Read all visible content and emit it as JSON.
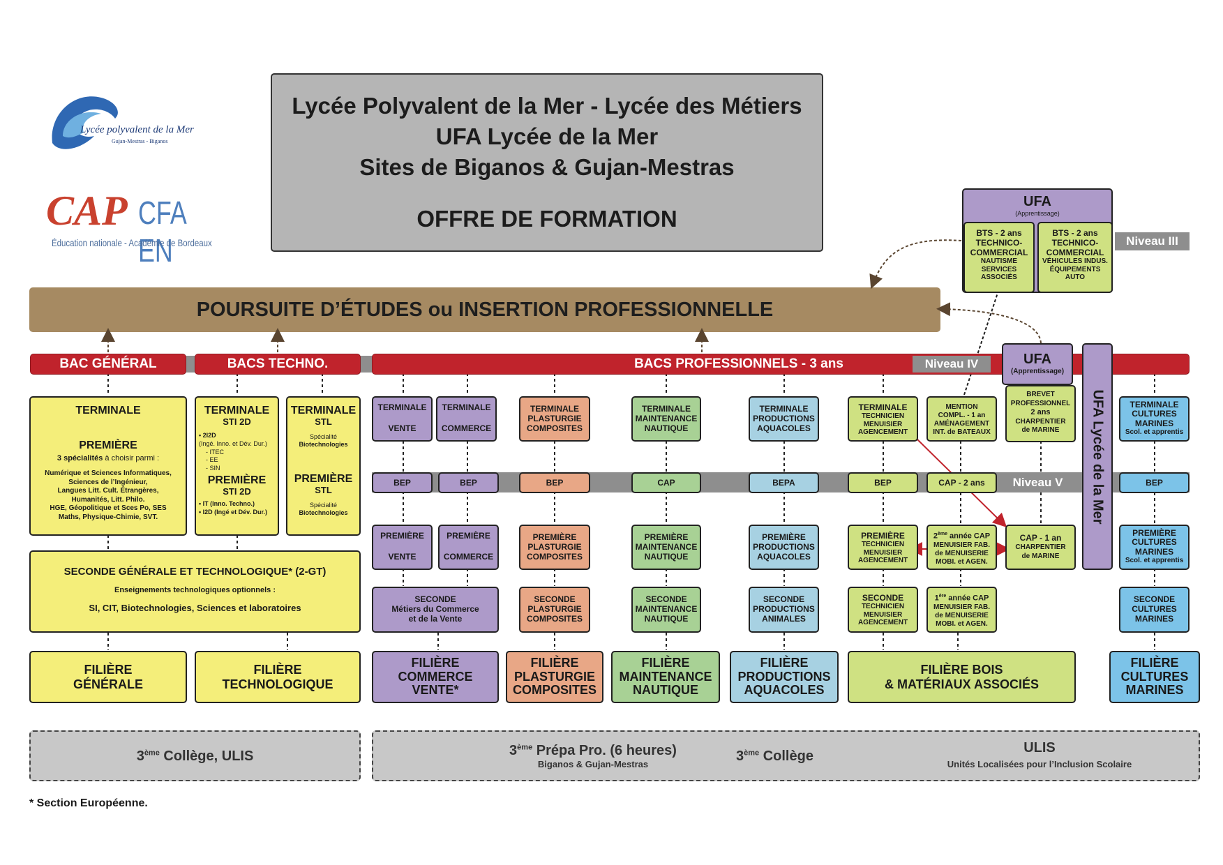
{
  "header": {
    "line1": "Lycée Polyvalent de la Mer - Lycée des Métiers",
    "line2": "UFA Lycée de la Mer",
    "line3": "Sites de Biganos & Gujan-Mestras",
    "line4": "OFFRE DE FORMATION"
  },
  "logo1": {
    "name": "Lycée polyvalent de la Mer",
    "sub": "Gujan-Mestras  -  Biganos"
  },
  "logo2": {
    "cap": "CAP",
    "cfa": "CFA EN",
    "sub": "Éducation nationale - Académie de Bordeaux"
  },
  "banner": "POURSUITE D’ÉTUDES ou INSERTION PROFESSIONNELLE",
  "bars": {
    "general": "BAC GÉNÉRAL",
    "techno": "BACS TECHNO.",
    "pro": "BACS PROFESSIONNELS - 3 ans",
    "niveau4": "Niveau IV",
    "niveau5": "Niveau V",
    "niveau3": "Niveau III"
  },
  "ufa_top": {
    "title": "UFA",
    "sub": "(Apprentissage)",
    "bts1": {
      "l1": "BTS - 2 ans",
      "l2": "TECHNICO-",
      "l3": "COMMERCIAL",
      "l4": "NAUTISME",
      "l5": "SERVICES",
      "l6": "ASSOCIÉS"
    },
    "bts2": {
      "l1": "BTS - 2 ans",
      "l2": "TECHNICO-",
      "l3": "COMMERCIAL",
      "l4": "VÉHICULES INDUS.",
      "l5": "ÉQUIPEMENTS",
      "l6": "AUTO"
    }
  },
  "ufa_small": {
    "title": "UFA",
    "sub": "(Apprentissage)"
  },
  "ufa_vertical": "UFA Lycée de la Mer",
  "general": {
    "terminale": "TERMINALE",
    "premiere": "PREMIÈRE",
    "spec": "3 spécialités",
    "spec2": " à choisir parmi :",
    "list1": "Numérique et Sciences Informatiques,",
    "list2": "Sciences de l’Ingénieur,",
    "list3": "Langues Litt. Cult. Étrangères,",
    "list4": "Humanités, Litt. Philo.",
    "list5": "HGE, Géopolitique et Sces Po, SES",
    "list6": "Maths, Physique-Chimie, SVT.",
    "seconde": "SECONDE GÉNÉRALE ET TECHNOLOGIQUE* (2-GT)",
    "opt": "Enseignements technologiques optionnels :",
    "opt2": "SI, CIT, Biotechnologies, Sciences et laboratoires",
    "filiere1": "FILIÈRE",
    "filiere2": "GÉNÉRALE",
    "filiereT1": "FILIÈRE",
    "filiereT2": "TECHNOLOGIQUE"
  },
  "sti": {
    "term": "TERMINALE",
    "sub": "STI 2D",
    "a": "• 2I2D",
    "b": "(Ingé. Inno. et Dév. Dur.)",
    "c": "- ITEC",
    "d": "- EE",
    "e": "- SIN",
    "prem": "PREMIÈRE",
    "psub": "STI 2D",
    "f": "• IT (Inno. Techno.)",
    "g": "• I2D (Ingé et Dév. Dur.)"
  },
  "stl": {
    "term": "TERMINALE",
    "sub": "STL",
    "s1": "Spécialité",
    "s2": "Biotechnologies",
    "prem": "PREMIÈRE",
    "psub": "STL",
    "p1": "Spécialité",
    "p2": "Biotechnologies"
  },
  "commerce": {
    "t1": "TERMINALE",
    "t1b": "VENTE",
    "t2": "TERMINALE",
    "t2b": "COMMERCE",
    "bep1": "BEP",
    "bep2": "BEP",
    "p1": "PREMIÈRE",
    "p1b": "VENTE",
    "p2": "PREMIÈRE",
    "p2b": "COMMERCE",
    "s1": "SECONDE",
    "s2": "Métiers du Commerce",
    "s3": "et de la Vente",
    "f1": "FILIÈRE",
    "f2": "COMMERCE",
    "f3": "VENTE*"
  },
  "plasturgie": {
    "t1": "TERMINALE",
    "t2": "PLASTURGIE",
    "t3": "COMPOSITES",
    "bep": "BEP",
    "p1": "PREMIÈRE",
    "p2": "PLASTURGIE",
    "p3": "COMPOSITES",
    "s1": "SECONDE",
    "s2": "PLASTURGIE",
    "s3": "COMPOSITES",
    "f1": "FILIÈRE",
    "f2": "PLASTURGIE",
    "f3": "COMPOSITES"
  },
  "maintenance": {
    "t1": "TERMINALE",
    "t2": "MAINTENANCE",
    "t3": "NAUTIQUE",
    "cap": "CAP",
    "p1": "PREMIÈRE",
    "p2": "MAINTENANCE",
    "p3": "NAUTIQUE",
    "s1": "SECONDE",
    "s2": "MAINTENANCE",
    "s3": "NAUTIQUE",
    "f1": "FILIÈRE",
    "f2": "MAINTENANCE",
    "f3": "NAUTIQUE"
  },
  "aquacoles": {
    "t1": "TERMINALE",
    "t2": "PRODUCTIONS",
    "t3": "AQUACOLES",
    "bepa": "BEPA",
    "p1": "PREMIÈRE",
    "p2": "PRODUCTIONS",
    "p3": "AQUACOLES",
    "s1": "SECONDE",
    "s2": "PRODUCTIONS",
    "s3": "ANIMALES",
    "f1": "FILIÈRE",
    "f2": "PRODUCTIONS",
    "f3": "AQUACOLES"
  },
  "bois": {
    "t1": "TERMINALE",
    "t2": "TECHNICIEN",
    "t3": "MENUISIER",
    "t4": "AGENCEMENT",
    "m1": "MENTION",
    "m2": "COMPL. - 1 an",
    "m3": "AMÉNAGEMENT",
    "m4": "INT. de BATEAUX",
    "b1": "BREVET",
    "b2": "PROFESSIONNEL",
    "b3": "2 ans",
    "b4": "CHARPENTIER",
    "b5": "de MARINE",
    "bep": "BEP",
    "cap2": "CAP - 2 ans",
    "p1": "PREMIÈRE",
    "p2": "TECHNICIEN",
    "p3": "MENUISIER",
    "p4": "AGENCEMENT",
    "c2a": "2",
    "c2sup": "ème",
    "c2b": " année CAP",
    "c2c": "MENUISIER FAB.",
    "c2d": "de MENUISERIE",
    "c2e": "MOBI. et AGEN.",
    "cap1": "CAP - 1 an",
    "cap1b": "CHARPENTIER",
    "cap1c": "de MARINE",
    "s1": "SECONDE",
    "s2": "TECHNICIEN",
    "s3": "MENUISIER",
    "s4": "AGENCEMENT",
    "c1a": "1",
    "c1sup": "ère",
    "c1b": " année CAP",
    "c1c": "MENUISIER FAB.",
    "c1d": "de MENUISERIE",
    "c1e": "MOBI. et AGEN.",
    "f1": "FILIÈRE BOIS",
    "f2": "& MATÉRIAUX ASSOCIÉS"
  },
  "marines": {
    "t1": "TERMINALE",
    "t2": "CULTURES",
    "t3": "MARINES",
    "t4": "Scol. et apprentis",
    "bep": "BEP",
    "p1": "PREMIÈRE",
    "p2": "CULTURES",
    "p3": "MARINES",
    "p4": "Scol. et apprentis",
    "s1": "SECONDE",
    "s2": "CULTURES",
    "s3": "MARINES",
    "f1": "FILIÈRE",
    "f2": "CULTURES",
    "f3": "MARINES"
  },
  "footer": {
    "left_num": "3",
    "left_sup": "ème",
    "left_txt": " Collège, ULIS",
    "prepa_num": "3",
    "prepa_sup": "ème",
    "prepa_txt": " Prépa Pro. (6 heures)",
    "prepa_sub": "Biganos & Gujan-Mestras",
    "col_num": "3",
    "col_sup": "ème",
    "col_txt": " Collège",
    "ulis": "ULIS",
    "ulis_sub": "Unités Localisées pour l’Inclusion Scolaire",
    "note": "* Section Européenne."
  },
  "colors": {
    "red": "#c0232c",
    "banner": "#a68a62",
    "yellow": "#f4ee7a",
    "purple": "#ad9ac9",
    "salmon": "#e8a786",
    "green": "#a8d195",
    "lightblue": "#a7d1e2",
    "lime": "#cfe182",
    "cyan": "#7cc3e8"
  }
}
